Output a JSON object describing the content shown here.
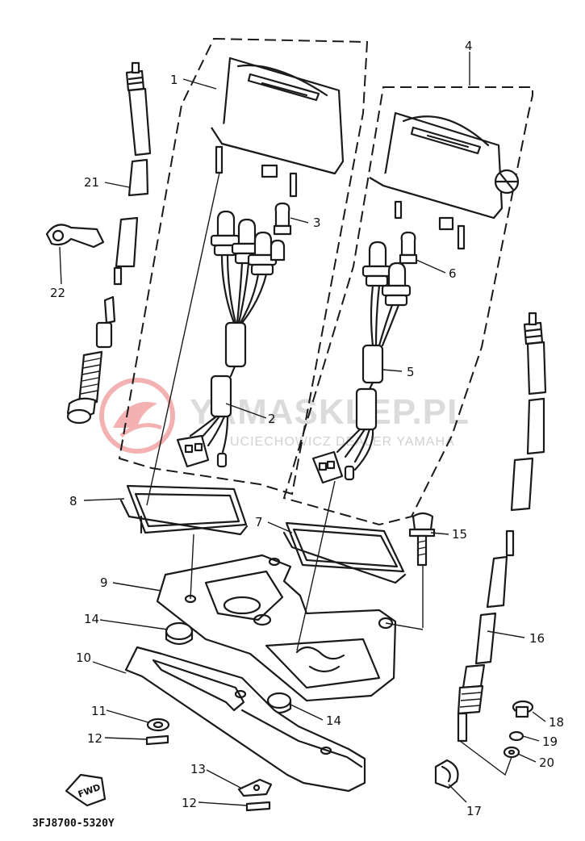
{
  "diagram": {
    "part_code": "3FJ8700-5320Y",
    "fwd_label": "FWD",
    "watermark": {
      "brand": "YAMASKLEP.PL",
      "subtitle": "UCIECHOWICZ DEALER YAMAHA"
    },
    "callouts": [
      "1",
      "2",
      "3",
      "4",
      "5",
      "6",
      "7",
      "8",
      "9",
      "10",
      "11",
      "12",
      "12",
      "13",
      "14",
      "14",
      "15",
      "16",
      "17",
      "18",
      "19",
      "20",
      "21",
      "22"
    ]
  }
}
